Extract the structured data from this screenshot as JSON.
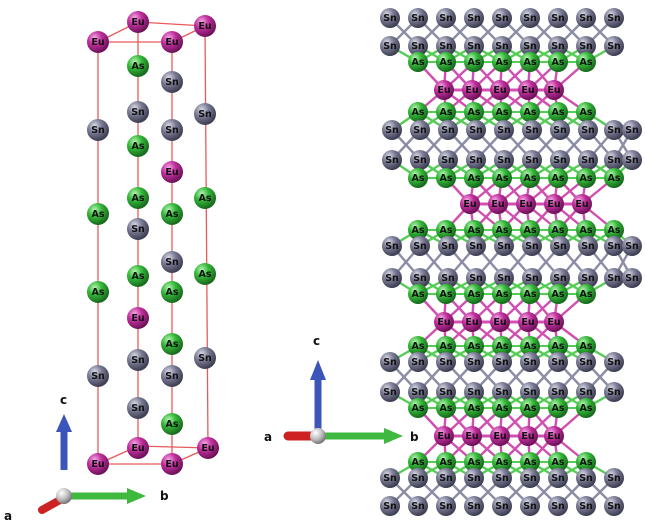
{
  "elements": {
    "Eu": {
      "label": "Eu",
      "color": "#c0309c"
    },
    "Sn": {
      "label": "Sn",
      "color": "#7b7c95"
    },
    "As": {
      "label": "As",
      "color": "#35b83a"
    }
  },
  "axes": {
    "a": "a",
    "b": "b",
    "c": "c"
  },
  "colors": {
    "cell_edge": "#e85a5a",
    "bond_eu_as": "#d04fb0",
    "bond_sn_as": "#55cc55",
    "bond_sn_sn": "#8c8ca6",
    "axis_c": "#3b55b8",
    "axis_b": "#3fb83f",
    "axis_a": "#cc2222"
  }
}
